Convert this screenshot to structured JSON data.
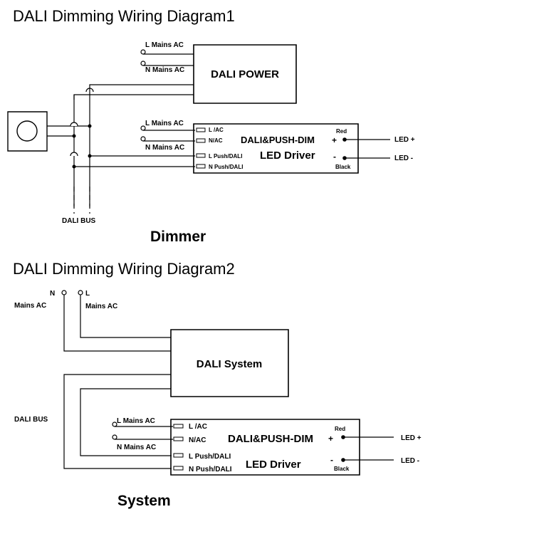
{
  "diagram1": {
    "title": "DALI  Dimming  Wiring Diagram1",
    "power_l_label": "L Mains AC",
    "power_n_label": "N Mains AC",
    "power_box": "DALI POWER",
    "drv_l_label": "L Mains AC",
    "drv_n_label": "N Mains AC",
    "terminals": [
      "L /AC",
      "N/AC",
      "L Push/DALI",
      "N Push/DALI"
    ],
    "driver_line1": "DALI&PUSH-DIM",
    "driver_line2": "LED Driver",
    "plus": "+",
    "minus": "-",
    "red": "Red",
    "black": "Black",
    "led_plus": "LED +",
    "led_minus": "LED -",
    "bus_label": "DALI  BUS",
    "caption": "Dimmer"
  },
  "diagram2": {
    "title": "DALI  Dimming  Wiring Diagram2",
    "n_label": "N",
    "l_label": "L",
    "mains_left": "Mains AC",
    "mains_right": "Mains AC",
    "system_box": "DALI System",
    "bus_label": "DALI BUS",
    "drv_l_label": "L Mains AC",
    "drv_n_label": "N Mains AC",
    "terminals": [
      "L /AC",
      "N/AC",
      "L Push/DALI",
      "N Push/DALI"
    ],
    "driver_line1": "DALI&PUSH-DIM",
    "driver_line2": "LED Driver",
    "plus": "+",
    "minus": "-",
    "red": "Red",
    "black": "Black",
    "led_plus": "LED +",
    "led_minus": "LED -",
    "caption": "System"
  }
}
